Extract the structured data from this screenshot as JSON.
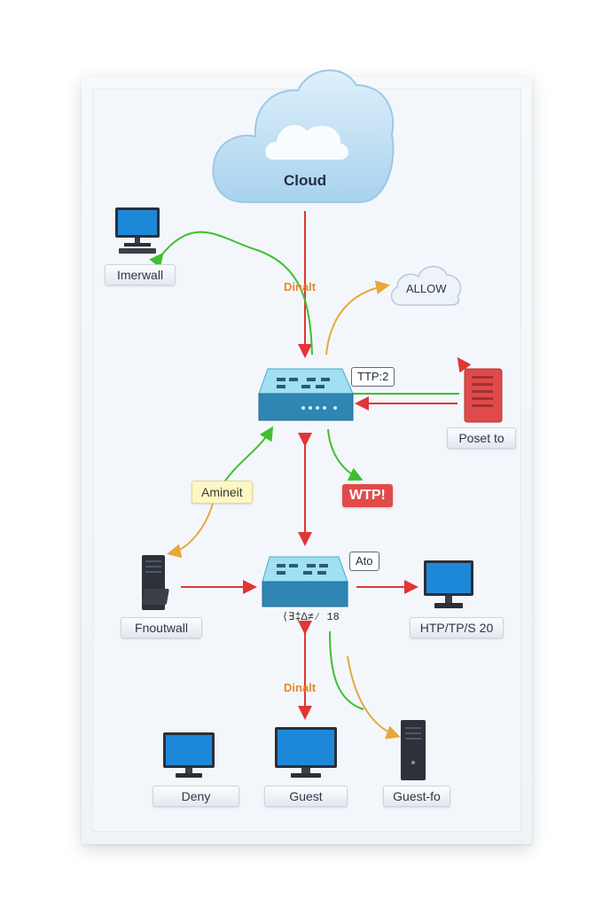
{
  "cloud": {
    "label": "Cloud"
  },
  "allow_cloud": {
    "label": "ALLOW"
  },
  "labels": {
    "top_left_pc": "Imerwall",
    "left_server": "Fnoutwall",
    "right_pc": "HTP/TP/S 20",
    "bottom_left": "Deny",
    "bottom_center": "Guest",
    "bottom_right": "Guest-fo",
    "right_firewall": "Poset to"
  },
  "tags": {
    "switch_top": "TTP:2",
    "switch_bottom": "Ato",
    "switch_bottom_under": "⟨∃‡∆≠⁄ 18"
  },
  "notes": {
    "amber": "Amineit",
    "red": "WTP!"
  },
  "annotations": {
    "upper": "Dinalt",
    "lower": "Dinalt"
  },
  "colors": {
    "red_link": "#e23535",
    "green_link": "#3fbf2f",
    "orange_link": "#e8a73a",
    "switch": "#3aaed8",
    "firewall": "#e04a4a"
  }
}
